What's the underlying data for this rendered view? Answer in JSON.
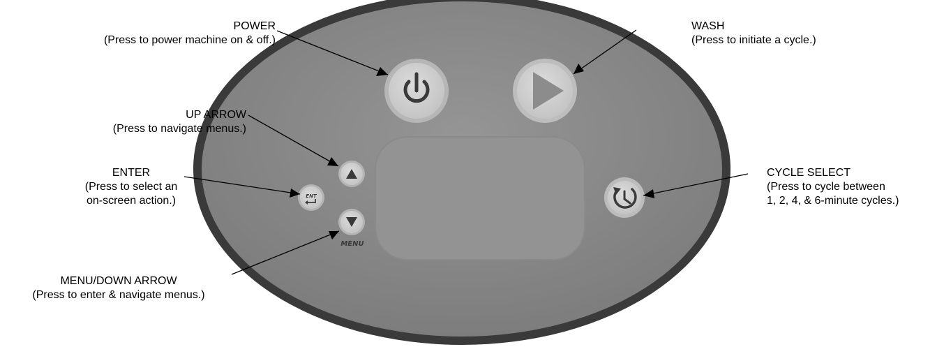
{
  "callouts": {
    "power": {
      "title": "POWER",
      "desc": "(Press to power machine on & off.)"
    },
    "wash": {
      "title": "WASH",
      "desc": "(Press to initiate a cycle.)"
    },
    "up_arrow": {
      "title": "UP ARROW",
      "desc": "(Press to navigate menus.)"
    },
    "enter": {
      "title": "ENTER",
      "desc_line1": "(Press to select an",
      "desc_line2": "on-screen action.)"
    },
    "cycle_select": {
      "title": "CYCLE SELECT",
      "desc_line1": "(Press to cycle between",
      "desc_line2": "1, 2, 4, & 6-minute cycles.)"
    },
    "menu_down": {
      "title": "MENU/DOWN ARROW",
      "desc": "(Press to enter & navigate menus.)"
    }
  },
  "panel": {
    "enter_key_text": "ENT",
    "menu_text": "MENU"
  },
  "icons": [
    "power-icon",
    "play-icon",
    "up-arrow-icon",
    "down-arrow-icon",
    "enter-icon",
    "cycle-select-icon"
  ],
  "colors": {
    "panel_border": "#3a3a3a",
    "panel_face": "#8a8a8a",
    "button_face": "#d2d2d2",
    "button_ring": "#b4b4b4",
    "display": "#939393",
    "icon": "#3a3a3a"
  }
}
